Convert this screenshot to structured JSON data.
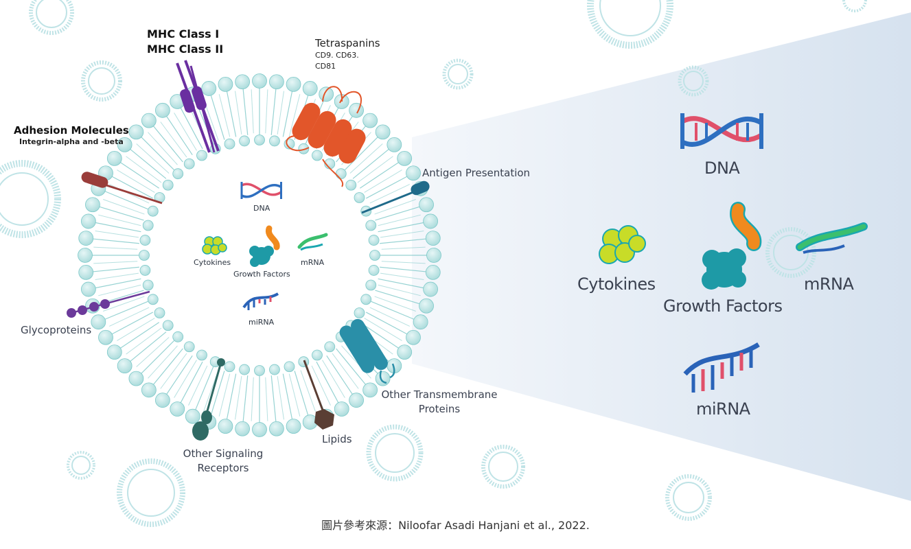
{
  "labels": {
    "mhc_class_1": "MHC Class I",
    "mhc_class_2": "MHC Class II",
    "tetraspanins": "Tetraspanins",
    "tetraspanin_examples_1": "CD9.  CD63.",
    "tetraspanin_examples_2": "CD81",
    "adhesion_molecules": "Adhesion Molecules",
    "adhesion_subtitle": "Integrin-alpha and -beta",
    "antigen_presentation": "Antigen Presentation",
    "glycoproteins": "Glycoproteins",
    "other_transmembrane_1": "Other Transmembrane",
    "other_transmembrane_2": "Proteins",
    "lipids": "Lipids",
    "other_signaling_1": "Other Signaling",
    "other_signaling_2": "Receptors"
  },
  "cargo_small": {
    "dna": "DNA",
    "cytokines": "Cytokines",
    "growth_factors": "Growth Factors",
    "mrna": "mRNA",
    "mirna": "miRNA"
  },
  "cargo_large": {
    "dna": "DNA",
    "cytokines": "Cytokines",
    "growth_factors": "Growth Factors",
    "mrna": "mRNA",
    "mirna": "miRNA"
  },
  "caption": "圖片參考來源：Niloofar Asadi Hanjani et al., 2022.",
  "colors": {
    "lipid_head": "#bfe6e6",
    "lipid_stroke": "#7cc8c8",
    "mhc": "#6a2fa0",
    "tetraspanin": "#e2562a",
    "adhesion": "#9a3d3a",
    "antigen": "#1f6a8a",
    "glycoprotein": "#6b3a9a",
    "transmembrane": "#2a8fa8",
    "lipid_anchor": "#5a3e34",
    "signaling": "#2f6a64",
    "dna_red": "#e0506a",
    "dna_blue": "#2e6fc0",
    "cytokine": "#c8dc28",
    "growth_factor": "#1e9aa6",
    "mrna_orange": "#f08a1e",
    "mirna_blue": "#2a63b8",
    "beam": "#dde7f2"
  }
}
